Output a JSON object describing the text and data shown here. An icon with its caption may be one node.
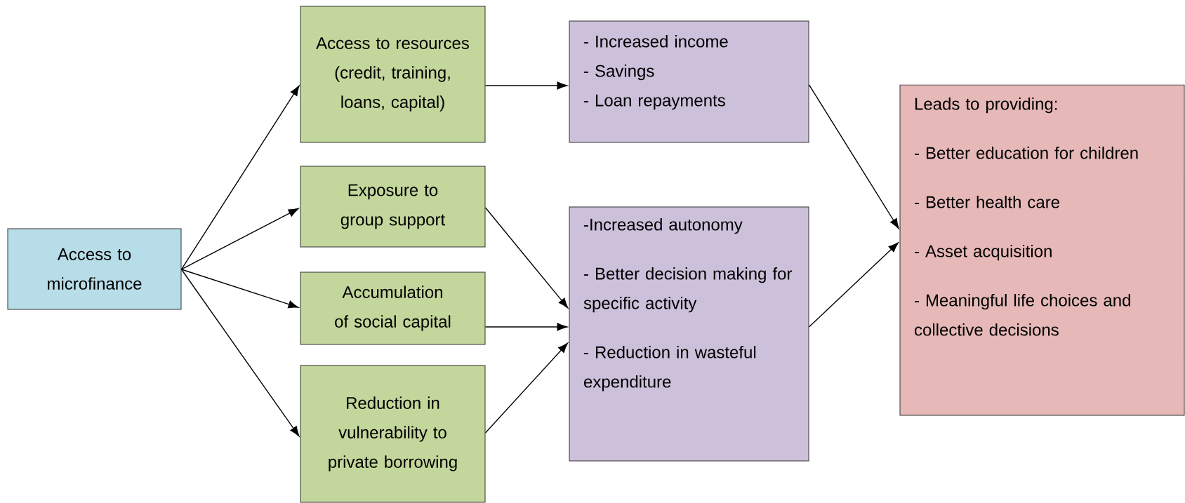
{
  "diagram": {
    "nodes": [
      {
        "text": [
          "Access to microfinance"
        ]
      },
      {
        "text": [
          "Access to resources (credit, training, loans, capital)"
        ]
      },
      {
        "text": [
          "Exposure to group support"
        ]
      },
      {
        "text": [
          "Accumulation of social capital"
        ]
      },
      {
        "text": [
          "Reduction in vulnerability to private borrowing"
        ]
      },
      {
        "text": [
          "- Increased income",
          "- Savings",
          "- Loan repayments"
        ]
      },
      {
        "text": [
          "-Increased autonomy",
          "- Better decision making for specific activity",
          "- Reduction in wasteful expenditure"
        ]
      },
      {
        "text": [
          "Leads to providing:",
          "- Better education for children",
          "- Better health care",
          "- Asset acquisition",
          "- Meaningful life choices and collective decisions"
        ]
      }
    ],
    "edges": [
      {
        "from": 0,
        "to": 1,
        "arrow": "to"
      },
      {
        "from": 0,
        "to": 2,
        "arrow": "to"
      },
      {
        "from": 0,
        "to": 3,
        "arrow": "to"
      },
      {
        "from": 0,
        "to": 4,
        "arrow": "to"
      },
      {
        "from": 1,
        "to": 5,
        "arrow": "to"
      },
      {
        "from": 2,
        "to": 6,
        "arrow": "to"
      },
      {
        "from": 3,
        "to": 6,
        "arrow": "to"
      },
      {
        "from": 4,
        "to": 6,
        "arrow": "to"
      },
      {
        "from": 5,
        "to": 7,
        "arrow": "to"
      },
      {
        "from": 6,
        "to": 7,
        "arrow": "to"
      }
    ]
  }
}
